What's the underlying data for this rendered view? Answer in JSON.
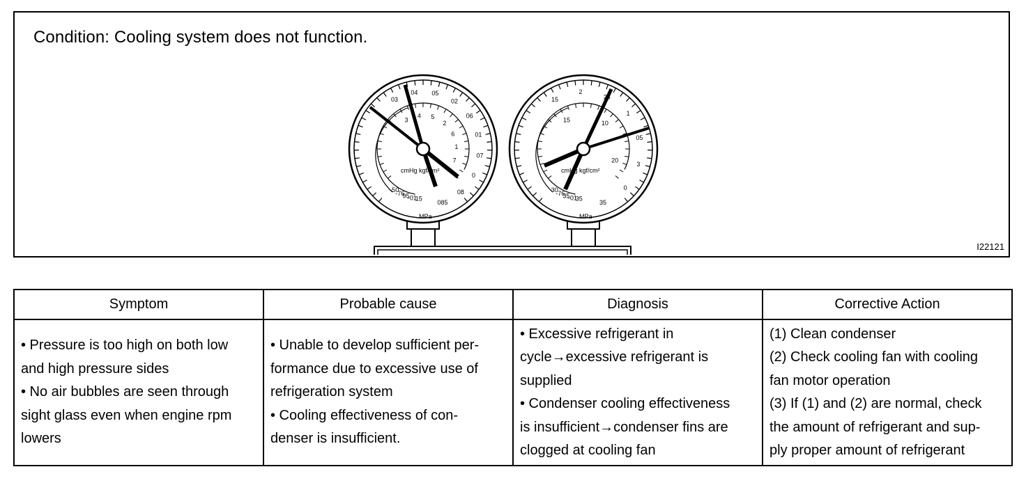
{
  "figure": {
    "condition": "Condition: Cooling system does not function.",
    "figure_id": "I22121",
    "low_gauge": {
      "outer_labels": [
        "03",
        "04",
        "05",
        "02",
        "06",
        "01",
        "07",
        "0",
        "08",
        "085"
      ],
      "inner_labels": [
        "3",
        "4",
        "5",
        "2",
        "6",
        "1",
        "7"
      ],
      "unit_label": "cmHg kgf/cm²",
      "bottom_labels": [
        "-50",
        "-76",
        "95",
        "-01",
        "15"
      ],
      "mpa_label": "MPa"
    },
    "high_gauge": {
      "outer_labels": [
        "15",
        "2",
        "25",
        "1",
        "05",
        "3",
        "0",
        "35"
      ],
      "inner_labels": [
        "15",
        "10",
        "20"
      ],
      "unit_label": "cmHg kgf/cm²",
      "bottom_labels": [
        "30",
        "-76",
        "35",
        "-01",
        "35"
      ],
      "mpa_label": "MPa"
    }
  },
  "table": {
    "headers": [
      "Symptom",
      "Probable cause",
      "Diagnosis",
      "Corrective Action"
    ],
    "row": {
      "symptom": [
        "• Pressure is too high on both low",
        "and high pressure sides",
        "• No air bubbles are seen through",
        "sight glass even when engine rpm",
        "lowers"
      ],
      "probable_cause": [
        "• Unable to develop sufficient per-",
        "formance due to excessive use of",
        "refrigeration system",
        "• Cooling effectiveness of con-",
        "denser is insufficient."
      ],
      "diagnosis": [
        "• Excessive refrigerant in",
        "cycle→excessive refrigerant is",
        "supplied",
        "• Condenser cooling effectiveness",
        "is insufficient→condenser fins are",
        "clogged at cooling fan"
      ],
      "corrective_action": [
        "(1) Clean condenser",
        "(2) Check cooling fan with cooling",
        "fan motor operation",
        "(3) If (1) and (2) are normal, check",
        "the amount of refrigerant and sup-",
        "ply proper amount of refrigerant"
      ]
    }
  }
}
